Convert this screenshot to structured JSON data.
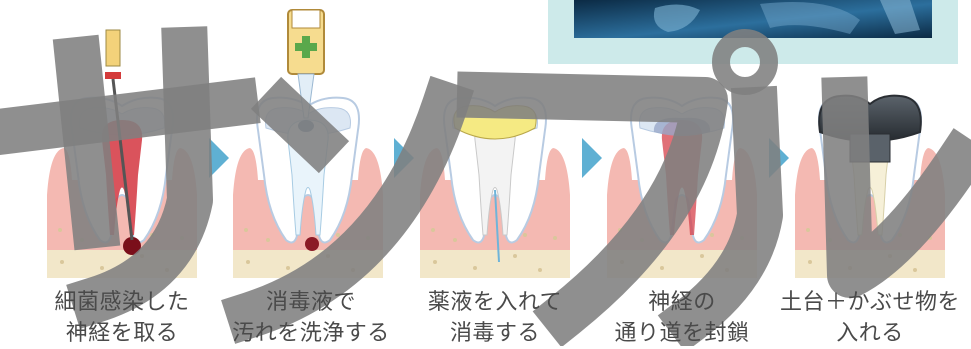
{
  "steps": [
    {
      "line1": "細菌感染した",
      "line2": "神経を取る"
    },
    {
      "line1": "消毒液で",
      "line2": "汚れを洗浄する"
    },
    {
      "line1": "薬液を入れて",
      "line2": "消毒する"
    },
    {
      "line1": "神経の",
      "line2": "通り道を封鎖"
    },
    {
      "line1": "土台＋かぶせ物を",
      "line2": "入れる"
    }
  ],
  "watermark": "サンプル",
  "colors": {
    "gum": "#f4b9b2",
    "bone": "#f2e7c9",
    "tooth": "#ffffff",
    "outline": "#b8cbe2",
    "arrow": "#5fb0d3",
    "pulp_infected": "#d6404a",
    "filling": "#f5ea83",
    "crown": "#3a4148",
    "watermark": "#7f7f7f"
  },
  "icons": [
    "endodontic-file-icon",
    "irrigation-syringe-icon",
    "medical-cross-icon",
    "xray-image"
  ]
}
